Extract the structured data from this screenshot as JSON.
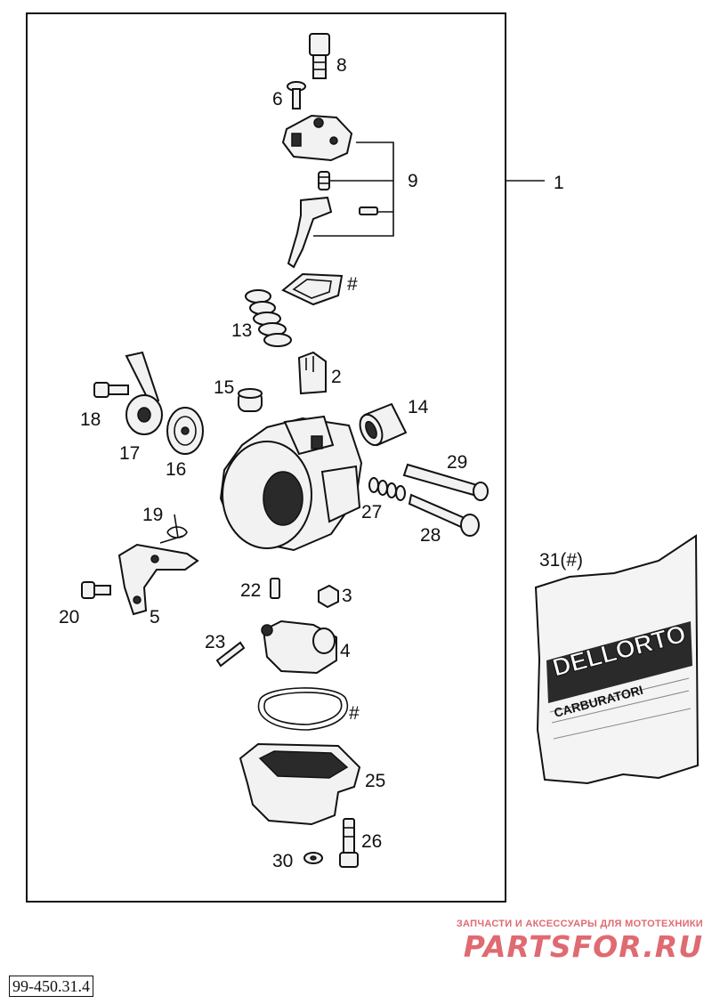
{
  "labels": {
    "l1": "1",
    "l2": "2",
    "l3": "3",
    "l4": "4",
    "l5": "5",
    "l6": "6",
    "l8": "8",
    "l9": "9",
    "l13": "13",
    "l14": "14",
    "l15": "15",
    "l16": "16",
    "l17": "17",
    "l18": "18",
    "l19": "19",
    "l20": "20",
    "l22": "22",
    "l23": "23",
    "l25": "25",
    "l26": "26",
    "l27": "27",
    "l28": "28",
    "l29": "29",
    "l30": "30",
    "l31": "31(#)",
    "hash_a": "#",
    "hash_b": "#"
  },
  "kit_bag": {
    "brand": "DELLORTO",
    "subtitle": "CARBURATORI"
  },
  "document_code": "99-450.31.4",
  "watermark": {
    "subtitle": "ЗАПЧАСТИ И АКСЕССУАРЫ ДЛЯ МОТОТЕХНИКИ",
    "logo": "PARTSFOR.RU",
    "color": "#e06a72"
  },
  "colors": {
    "ink": "#111111",
    "paper": "#ffffff"
  }
}
